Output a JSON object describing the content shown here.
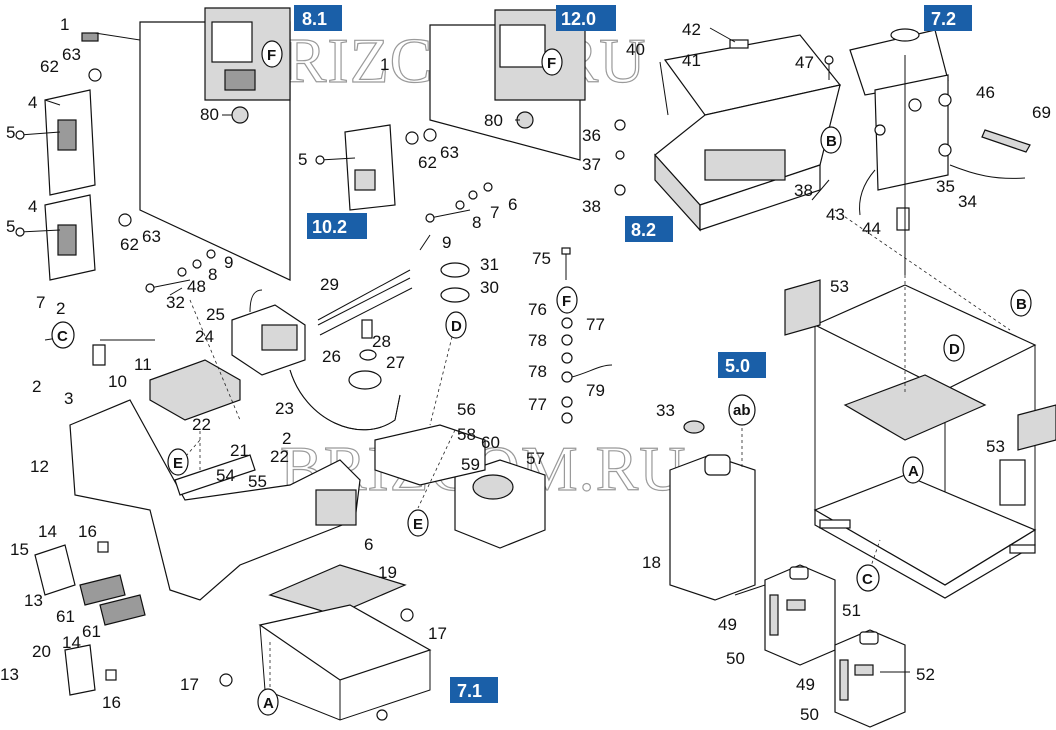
{
  "watermark": "BRIZCOM.RU",
  "colors": {
    "reference_box": "#1a5fa8",
    "line": "#111111",
    "part_shade": "#d8d8d8"
  },
  "references": [
    {
      "id": "ref-8-1",
      "text": "8.1"
    },
    {
      "id": "ref-12-0",
      "text": "12.0"
    },
    {
      "id": "ref-7-2",
      "text": "7.2"
    },
    {
      "id": "ref-10-2",
      "text": "10.2"
    },
    {
      "id": "ref-8-2",
      "text": "8.2"
    },
    {
      "id": "ref-5-0",
      "text": "5.0"
    },
    {
      "id": "ref-7-1",
      "text": "7.1"
    }
  ],
  "connectors": [
    "F",
    "F",
    "F",
    "B",
    "B",
    "C",
    "D",
    "D",
    "ab",
    "E",
    "E",
    "A",
    "A",
    "C"
  ],
  "labels": [
    "1",
    "62",
    "63",
    "4",
    "5",
    "80",
    "4",
    "5",
    "62",
    "63",
    "1",
    "5",
    "62",
    "63",
    "80",
    "7",
    "8",
    "6",
    "9",
    "32",
    "48",
    "8",
    "9",
    "7",
    "2",
    "11",
    "10",
    "2",
    "3",
    "29",
    "28",
    "26",
    "27",
    "25",
    "24",
    "31",
    "30",
    "23",
    "22",
    "21",
    "2",
    "22",
    "54",
    "55",
    "12",
    "56",
    "58",
    "60",
    "59",
    "57",
    "6",
    "14",
    "16",
    "15",
    "13",
    "61",
    "61",
    "19",
    "17",
    "14",
    "20",
    "13",
    "16",
    "17",
    "42",
    "40",
    "41",
    "36",
    "37",
    "38",
    "47",
    "38",
    "43",
    "44",
    "46",
    "69",
    "35",
    "34",
    "75",
    "76",
    "77",
    "78",
    "78",
    "79",
    "77",
    "33",
    "18",
    "53",
    "53",
    "49",
    "51",
    "50",
    "49",
    "52",
    "50"
  ]
}
